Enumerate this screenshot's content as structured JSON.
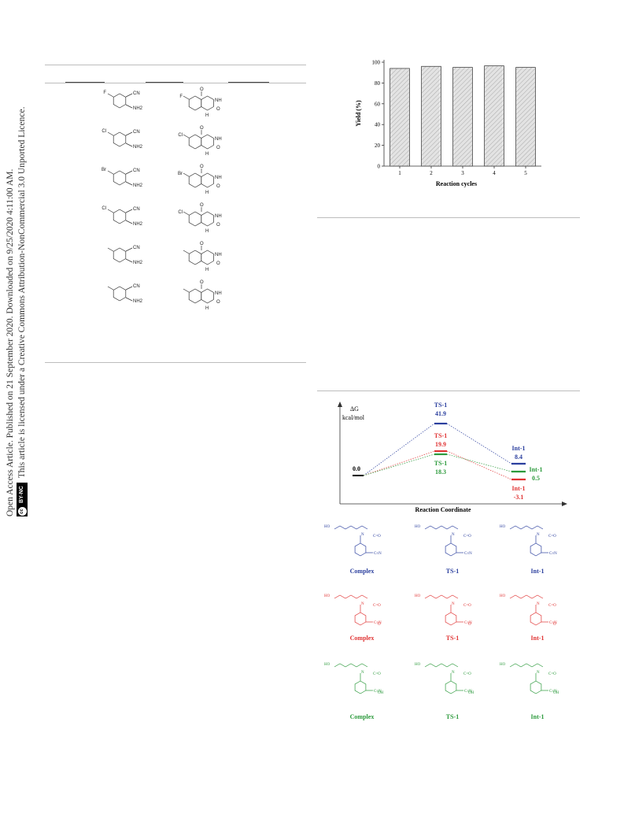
{
  "sidebar": {
    "line1": "Open Access Article. Published on 21 September 2020. Downloaded on 9/25/2020 4:11:00 AM.",
    "line2": "This article is licensed under a Creative Commons Attribution-NonCommercial 3.0 Unported Licence.",
    "badge_cc": "cc",
    "badge_by": "BY-NC"
  },
  "table": {
    "reactants": [
      {
        "substituent": "F",
        "cn": "CN",
        "nh2": "NH2"
      },
      {
        "substituent": "Cl",
        "cn": "CN",
        "nh2": "NH2"
      },
      {
        "substituent": "Br",
        "cn": "CN",
        "nh2": "NH2"
      },
      {
        "substituent": "Cl",
        "cn": "CN",
        "nh2": "NH2"
      },
      {
        "substituent": "",
        "cn": "CN",
        "nh2": "NH2"
      },
      {
        "substituent": "",
        "cn": "CN",
        "nh2": "NH2"
      }
    ],
    "products": [
      {
        "substituent": "F",
        "nh": "NH",
        "o": "O",
        "h": "H"
      },
      {
        "substituent": "Cl",
        "nh": "NH",
        "o": "O",
        "h": "H"
      },
      {
        "substituent": "Br",
        "nh": "NH",
        "o": "O",
        "h": "H"
      },
      {
        "substituent": "Cl",
        "nh": "NH",
        "o": "O",
        "h": "H"
      },
      {
        "substituent": "",
        "nh": "NH",
        "o": "O",
        "h": "H"
      },
      {
        "substituent": "",
        "nh": "NH",
        "o": "O",
        "h": "H"
      }
    ]
  },
  "chart_data": {
    "type": "bar",
    "categories": [
      "1",
      "2",
      "3",
      "4",
      "5"
    ],
    "values": [
      94,
      96,
      95,
      96.5,
      95
    ],
    "xlabel": "Reaction cycles",
    "ylabel": "Yield (%)",
    "ylim": [
      0,
      100
    ],
    "yticks": [
      "0",
      "20",
      "40",
      "60",
      "80",
      "100"
    ],
    "bar_fill": "#e3e3e3",
    "bar_hatch": "#9a9a9a",
    "grid": false
  },
  "energy_diagram": {
    "y_axis_label_1": "ΔG",
    "y_axis_label_2": "kcal/mol",
    "x_axis_label": "Reaction Coordinate",
    "start_label": "0.0",
    "blue": {
      "color": "#2b3f9e",
      "ts_label": "TS-1",
      "ts_value": "41.9",
      "int_label": "Int-1",
      "int_value": "8.4"
    },
    "red": {
      "color": "#e03333",
      "ts_label": "TS-1",
      "ts_value": "19.9",
      "int_label": "Int-1",
      "int_value": "-3.1"
    },
    "green": {
      "color": "#2c9a3c",
      "ts_label": "TS-1",
      "ts_value": "18.3",
      "int_label": "Int-1",
      "int_value": "0.5"
    }
  },
  "structures": {
    "blue": {
      "color": "#2b3f9e",
      "labels": [
        "Complex",
        "TS-1",
        "Int-1"
      ]
    },
    "red": {
      "color": "#e03333",
      "labels": [
        "Complex",
        "TS-1",
        "Int-1"
      ]
    },
    "green": {
      "color": "#2c9a3c",
      "labels": [
        "Complex",
        "TS-1",
        "Int-1"
      ]
    },
    "atom_ho": "HO",
    "atom_cn": "C≡N",
    "atom_co": "C=O",
    "atom_n": "N",
    "atom_h": "H",
    "atom_oh": "OH",
    "atom_o": "O"
  }
}
